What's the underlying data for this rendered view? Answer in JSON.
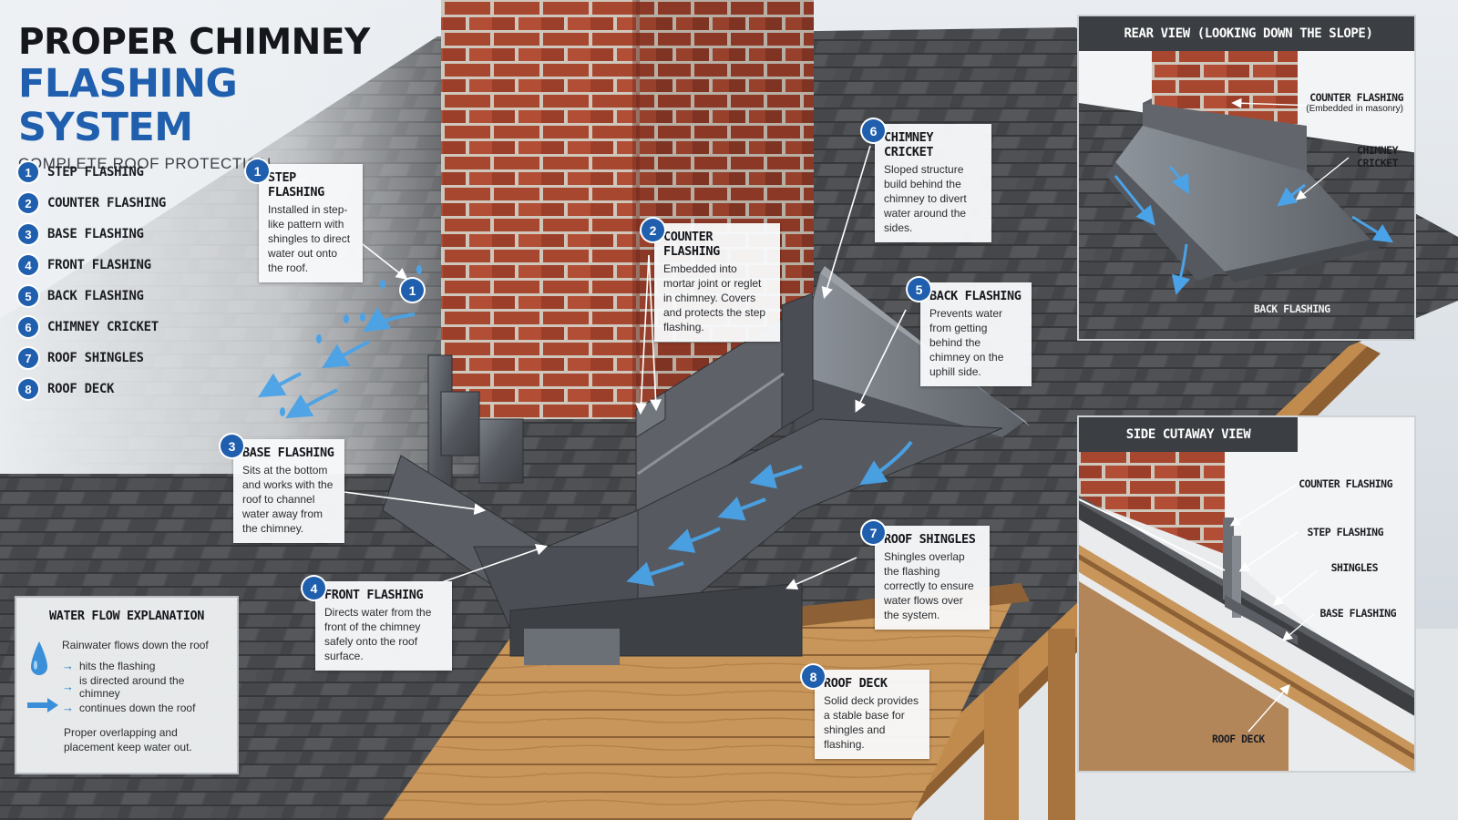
{
  "header": {
    "title_line1": "PROPER CHIMNEY",
    "title_line2": "FLASHING SYSTEM",
    "subtitle": "COMPLETE ROOF PROTECTION"
  },
  "legend": [
    {
      "num": "1",
      "label": "STEP FLASHING"
    },
    {
      "num": "2",
      "label": "COUNTER FLASHING"
    },
    {
      "num": "3",
      "label": "BASE FLASHING"
    },
    {
      "num": "4",
      "label": "FRONT FLASHING"
    },
    {
      "num": "5",
      "label": "BACK FLASHING"
    },
    {
      "num": "6",
      "label": "CHIMNEY CRICKET"
    },
    {
      "num": "7",
      "label": "ROOF SHINGLES"
    },
    {
      "num": "8",
      "label": "ROOF DECK"
    }
  ],
  "callouts": {
    "step": {
      "num": "1",
      "title": "STEP FLASHING",
      "text": "Installed in step-like pattern with shingles to direct water out onto the roof."
    },
    "counter": {
      "num": "2",
      "title": "COUNTER FLASHING",
      "text": "Embedded into mortar joint or reglet in chimney. Covers and protects the step flashing."
    },
    "base": {
      "num": "3",
      "title": "BASE FLASHING",
      "text": "Sits at the bottom and works with the roof to channel water away from the chimney."
    },
    "front": {
      "num": "4",
      "title": "FRONT FLASHING",
      "text": "Directs water from the front of the chimney safely onto the roof surface."
    },
    "back": {
      "num": "5",
      "title": "BACK FLASHING",
      "text": "Prevents water from getting behind the chimney on the uphill side."
    },
    "cricket": {
      "num": "6",
      "title": "CHIMNEY CRICKET",
      "text": "Sloped structure build behind the chimney to divert water around the sides."
    },
    "shingles": {
      "num": "7",
      "title": "ROOF SHINGLES",
      "text": "Shingles overlap the flashing correctly to ensure water flows over the system."
    },
    "deck": {
      "num": "8",
      "title": "ROOF DECK",
      "text": "Solid deck provides a stable base for shingles and flashing."
    }
  },
  "marker_step_num": "1",
  "water_flow": {
    "title": "WATER FLOW EXPLANATION",
    "line1": "Rainwater flows down the roof",
    "line2": "hits the flashing",
    "line3": "is directed around the chimney",
    "line4": "continues down the roof",
    "arrow": "→",
    "note": "Proper overlapping and placement keep water out."
  },
  "rear_view": {
    "title": "REAR VIEW (LOOKING DOWN THE SLOPE)",
    "label_counter": "COUNTER FLASHING",
    "label_counter_note": "(Embedded in masonry)",
    "label_cricket_1": "CHIMNEY",
    "label_cricket_2": "CRICKET",
    "label_back": "BACK FLASHING"
  },
  "side_view": {
    "title": "SIDE CUTAWAY VIEW",
    "label_counter": "COUNTER FLASHING",
    "label_step": "STEP FLASHING",
    "label_shingles": "SHINGLES",
    "label_base": "BASE FLASHING",
    "label_deck": "ROOF DECK"
  },
  "colors": {
    "brand_blue": "#1f5fae",
    "water_blue": "#4aa3e8",
    "brick": "#a6452f",
    "flashing": "#5c6066",
    "shingle": "#4a4c50",
    "deck_wood": "#c8965a"
  }
}
